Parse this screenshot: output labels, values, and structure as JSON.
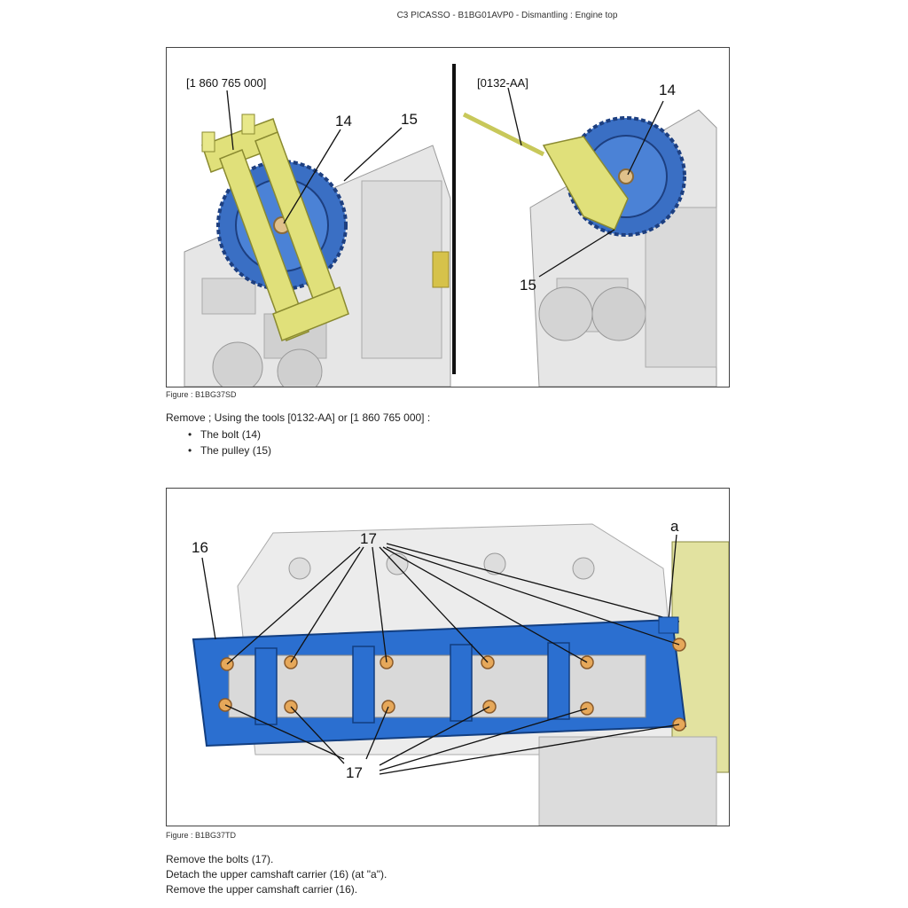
{
  "header": {
    "title": "C3 PICASSO - B1BG01AVP0 - Dismantling : Engine top"
  },
  "figure1": {
    "caption": "Figure : B1BG37SD",
    "left_tool_label": "[1 860 765 000]",
    "right_tool_label": "[0132-AA]",
    "label_14": "14",
    "label_15": "15",
    "colors": {
      "pulley": "#3a6fc4",
      "tool": "#e0e07a",
      "engine": "#d8d8d8"
    }
  },
  "step1": {
    "instruction": "Remove ; Using the tools [0132-AA] or [1 860 765 000] :",
    "bullets": [
      "The bolt (14)",
      "The pulley (15)"
    ]
  },
  "figure2": {
    "caption": "Figure : B1BG37TD",
    "label_16": "16",
    "label_17": "17",
    "label_a": "a",
    "colors": {
      "carrier": "#2b6fd0",
      "bolt": "#e6a85a"
    }
  },
  "step2": {
    "lines": [
      "Remove the bolts (17).",
      "Detach the upper camshaft carrier (16) (at \"a\").",
      "Remove the upper camshaft carrier (16)."
    ]
  }
}
